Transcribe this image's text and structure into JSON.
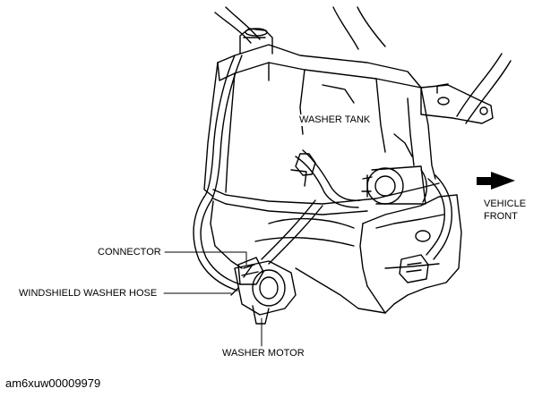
{
  "diagram": {
    "labels": {
      "washer_tank": "WASHER TANK",
      "vehicle_front_line1": "VEHICLE",
      "vehicle_front_line2": "FRONT",
      "connector": "CONNECTOR",
      "windshield_washer_hose": "WINDSHIELD WASHER HOSE",
      "washer_motor": "WASHER MOTOR"
    },
    "caption": "am6xuw00009979"
  }
}
